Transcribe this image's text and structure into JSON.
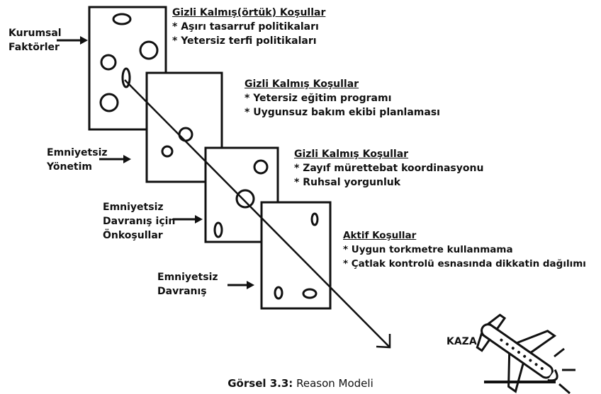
{
  "layers": [
    {
      "side_label": [
        "Kurumsal",
        "Faktörler"
      ],
      "heading": "Gizli Kalmış(örtük) Koşullar",
      "bullets": [
        "* Aşırı tasarruf politikaları",
        "* Yetersiz terfi politikaları"
      ]
    },
    {
      "side_label": [
        "Emniyetsiz",
        "Yönetim"
      ],
      "heading": "Gizli Kalmış Koşullar",
      "bullets": [
        "* Yetersiz eğitim programı",
        "* Uygunsuz bakım ekibi planlaması"
      ]
    },
    {
      "side_label": [
        "Emniyetsiz",
        "Davranış için",
        "Önkoşullar"
      ],
      "heading": "Gizli Kalmış Koşullar",
      "bullets": [
        "* Zayıf mürettebat koordinasyonu",
        "* Ruhsal yorgunluk"
      ]
    },
    {
      "side_label": [
        "Emniyetsiz",
        "Davranış"
      ],
      "heading": "Aktif Koşullar",
      "bullets": [
        "* Uygun torkmetre kullanmama",
        "* Çatlak kontrolü esnasında dikkatin dağılımı"
      ]
    }
  ],
  "outcome": {
    "label": "KAZA",
    "icon": "airplane-crash-icon"
  },
  "caption": {
    "figure": "Görsel 3.3:",
    "title": "Reason Modeli"
  }
}
